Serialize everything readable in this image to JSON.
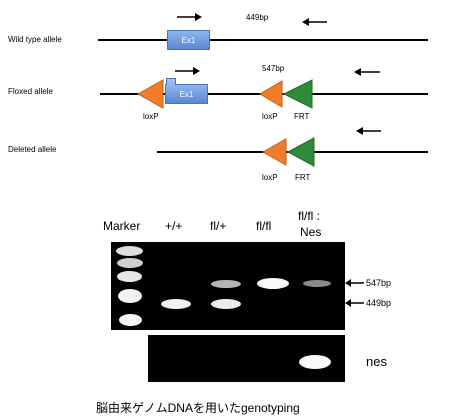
{
  "diagram": {
    "alleles": {
      "wild_type": "Wild type allele",
      "floxed": "Floxed allele",
      "deleted": "Deleted allele"
    },
    "exon_label": "Ex1",
    "wt_product_label": "449bp",
    "flox_product_label": "547bp",
    "loxp_label": "loxP",
    "frt_label": "FRT"
  },
  "gel": {
    "lanes": [
      "Marker",
      "+/+",
      "fl/+",
      "fl/fl",
      "fl/fl :",
      "Nes"
    ],
    "band_labels": [
      "547bp",
      "449bp"
    ],
    "bottom_panel_label": "nes",
    "caption": "脳由来ゲノムDNAを用いたgenotyping"
  },
  "colors": {
    "loxp": "#f07d2a",
    "frt": "#2e8b3a",
    "exon": "#6e97de"
  }
}
